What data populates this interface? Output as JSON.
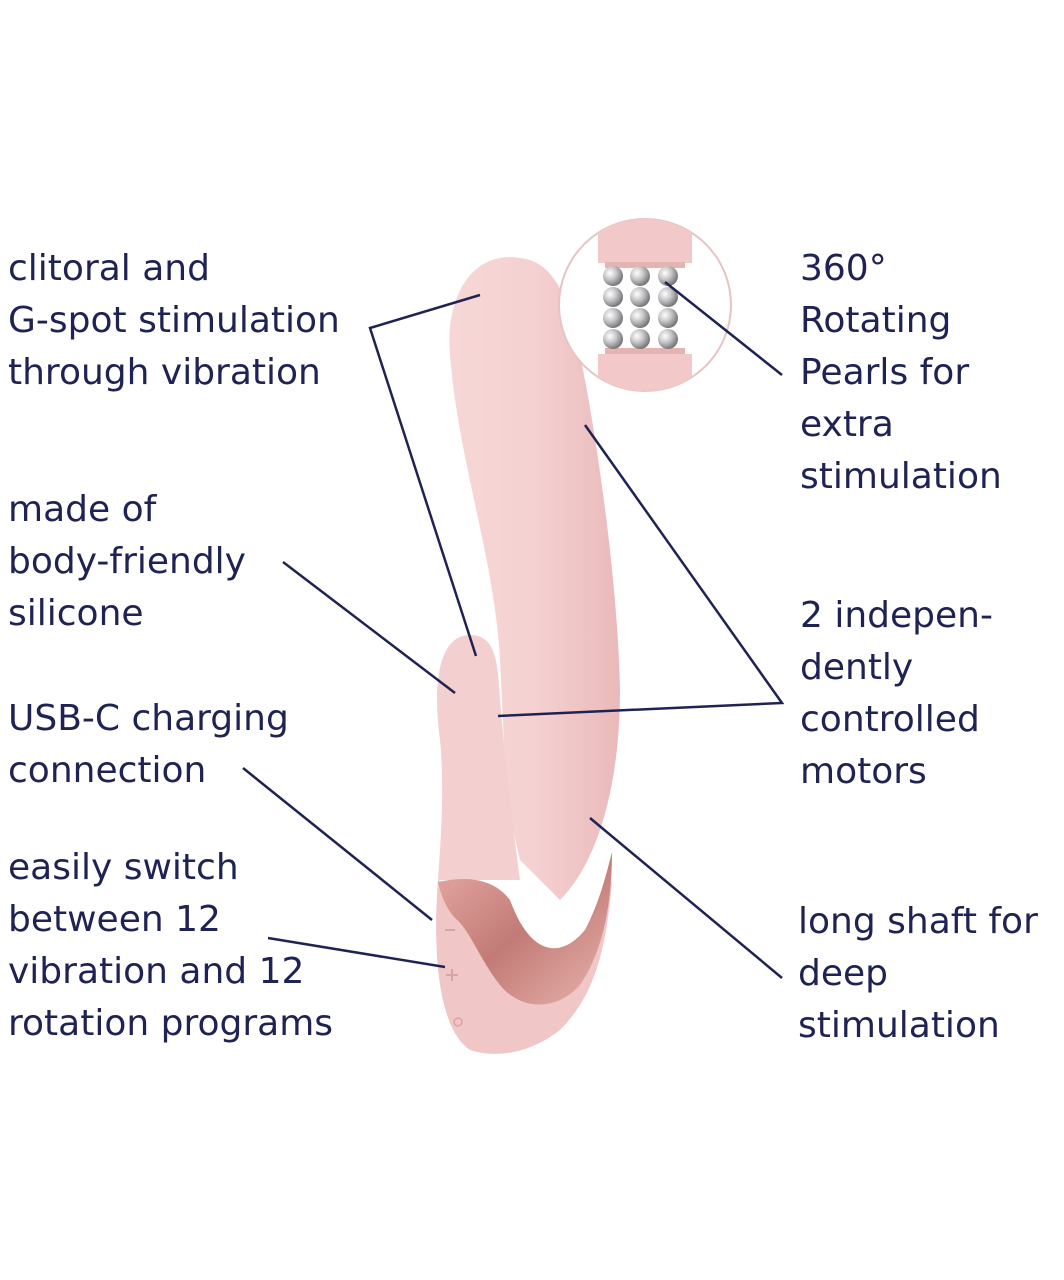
{
  "colors": {
    "text": "#1f2353",
    "leader": "#1f2353",
    "body_pink": "#f3cfcf",
    "accent_rose": "#c9857f",
    "pearl": "#b9b9bb"
  },
  "callouts": {
    "clitoral": [
      "clitoral and",
      "G-spot stimulation",
      "through vibration"
    ],
    "silicone": [
      "made of",
      "body-friendly",
      "silicone"
    ],
    "usbc": [
      "USB-C charging",
      "connection"
    ],
    "programs": [
      "easily switch",
      "between 12",
      "vibration and 12",
      "rotation programs"
    ],
    "pearls": [
      "360°",
      "Rotating",
      "Pearls for",
      "extra",
      "stimulation"
    ],
    "motors": [
      "2 indepen-",
      "dently",
      "controlled",
      "motors"
    ],
    "shaft": [
      "long shaft for",
      "deep",
      "stimulation"
    ]
  },
  "icons": [
    "pearl-cluster-icon",
    "plus-button-icon",
    "minus-button-icon",
    "power-button-icon"
  ]
}
